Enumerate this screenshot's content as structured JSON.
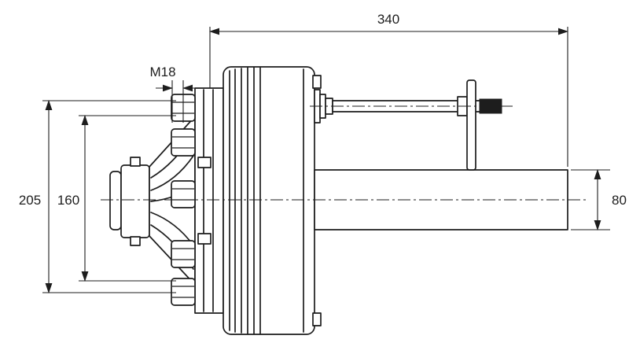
{
  "drawing": {
    "background": "#ffffff",
    "line_color": "#1d1d1d",
    "labels": {
      "overall_length": "340",
      "hub_height": "205",
      "bolt_circle": "160",
      "thread": "M18",
      "tube_width": "80"
    }
  }
}
